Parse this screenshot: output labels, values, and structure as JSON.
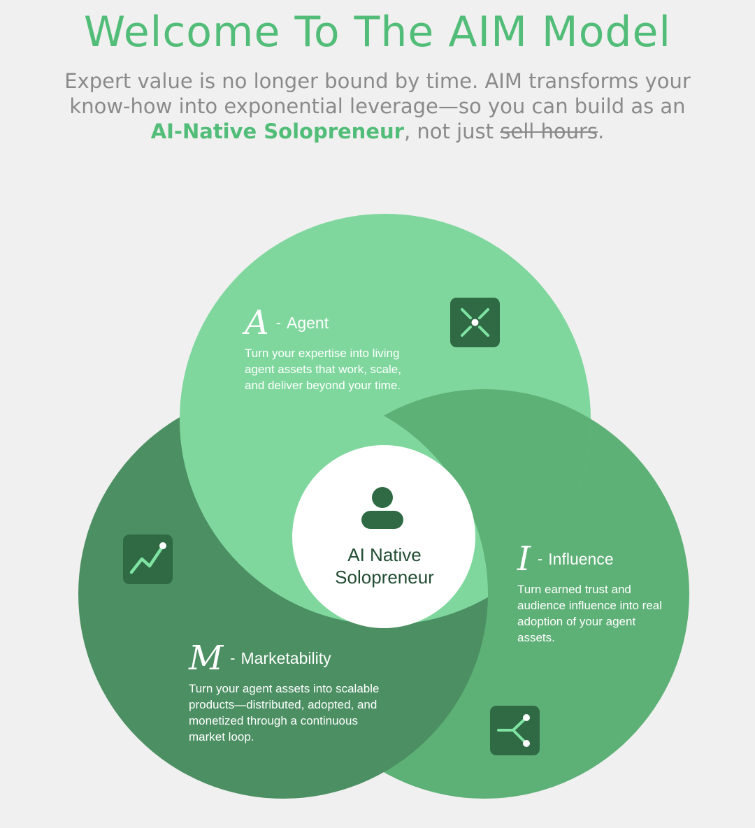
{
  "header": {
    "title": "Welcome To The AIM Model",
    "subtitle_part1": "Expert value is no longer bound by time. AIM transforms your know-how into exponential leverage—so you can build as an ",
    "subtitle_accent": "AI-Native Solopreneur",
    "subtitle_part2": ", not just ",
    "subtitle_struck": "sell hours",
    "subtitle_end": "."
  },
  "center": {
    "label": "AI Native Solopreneur",
    "icon": "person-icon"
  },
  "agent": {
    "letter": "A",
    "dash": "-",
    "label": "Agent",
    "description": "Turn your expertise into living agent assets that work, scale, and deliver beyond your time.",
    "icon": "cross-nodes-icon"
  },
  "influence": {
    "letter": "I",
    "dash": "-",
    "label": "Influence",
    "description": "Turn earned trust and audience influence into real adoption of your agent assets.",
    "icon": "branch-icon"
  },
  "marketability": {
    "letter": "M",
    "dash": "-",
    "label": "Marketability",
    "description": "Turn your agent assets into scalable products—distributed, adopted, and monetized through a continuous market loop.",
    "icon": "trend-up-icon"
  },
  "colors": {
    "title_green": "#52bd78",
    "agent_circle": "#7fd79d",
    "influence_circle": "#5db076",
    "marketability_circle": "#4b8f62",
    "icon_box": "#2f6a45",
    "icon_stroke": "#7fe3a2"
  }
}
